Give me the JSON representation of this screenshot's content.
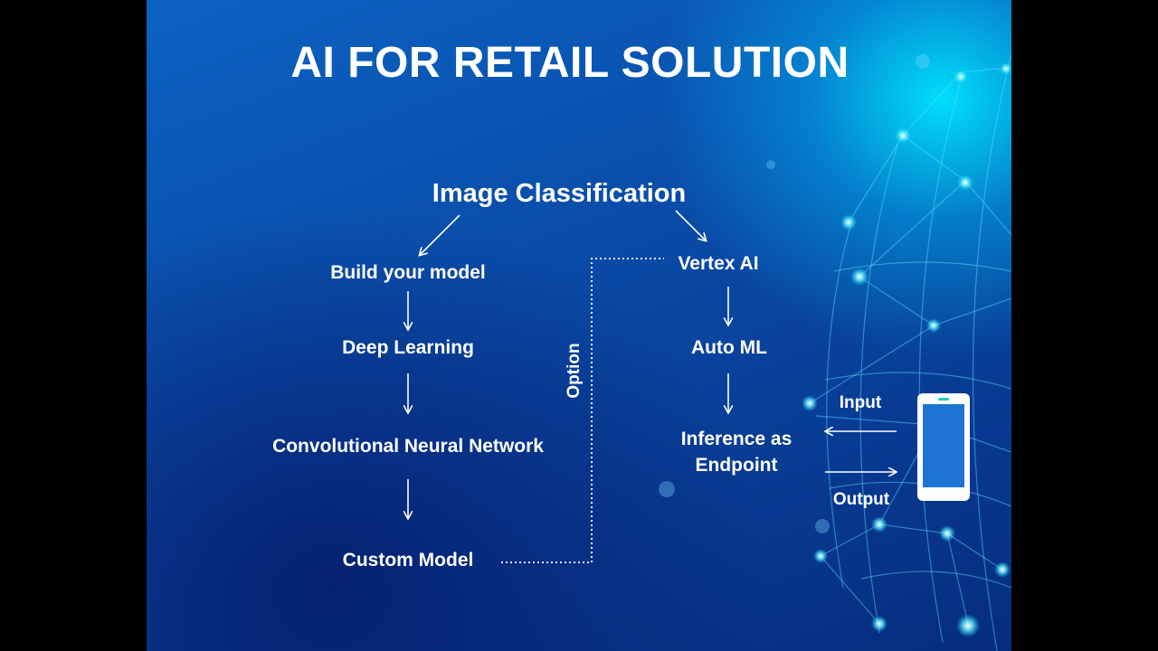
{
  "title": "AI FOR RETAIL SOLUTION",
  "diagram": {
    "root": "Image Classification",
    "left_branch": [
      "Build your model",
      "Deep Learning",
      "Convolutional Neural Network",
      "Custom Model"
    ],
    "right_branch": [
      "Vertex AI",
      "Auto ML",
      "Inference as",
      "Endpoint"
    ],
    "option_label": "Option",
    "io": {
      "input_label": "Input",
      "output_label": "Output"
    }
  },
  "icons": {
    "device": "smartphone-icon"
  },
  "colors": {
    "text": "#ffffff",
    "background_dark": "#062c7e",
    "background_mid": "#0a4aa6",
    "glow": "#00e6ff"
  }
}
